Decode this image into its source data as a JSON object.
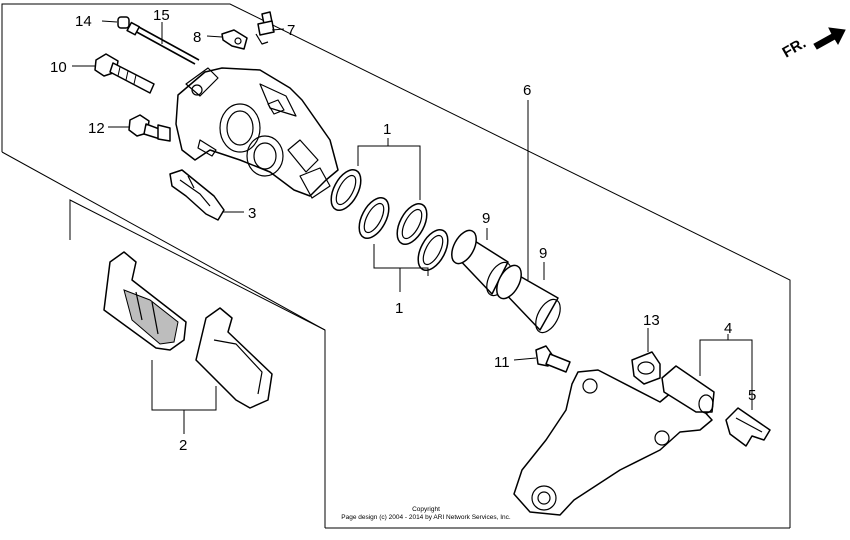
{
  "diagram": {
    "direction_label": "FR.",
    "callouts": {
      "c1_top": "1",
      "c1_bottom": "1",
      "c2": "2",
      "c3": "3",
      "c4": "4",
      "c5": "5",
      "c6": "6",
      "c7": "7",
      "c8": "8",
      "c9_left": "9",
      "c9_right": "9",
      "c10": "10",
      "c11": "11",
      "c12": "12",
      "c13": "13",
      "c14": "14",
      "c15": "15"
    },
    "copyright_line1": "Copyright",
    "copyright_line2": "Page design (c) 2004 - 2014 by ARI Network Services, Inc."
  }
}
